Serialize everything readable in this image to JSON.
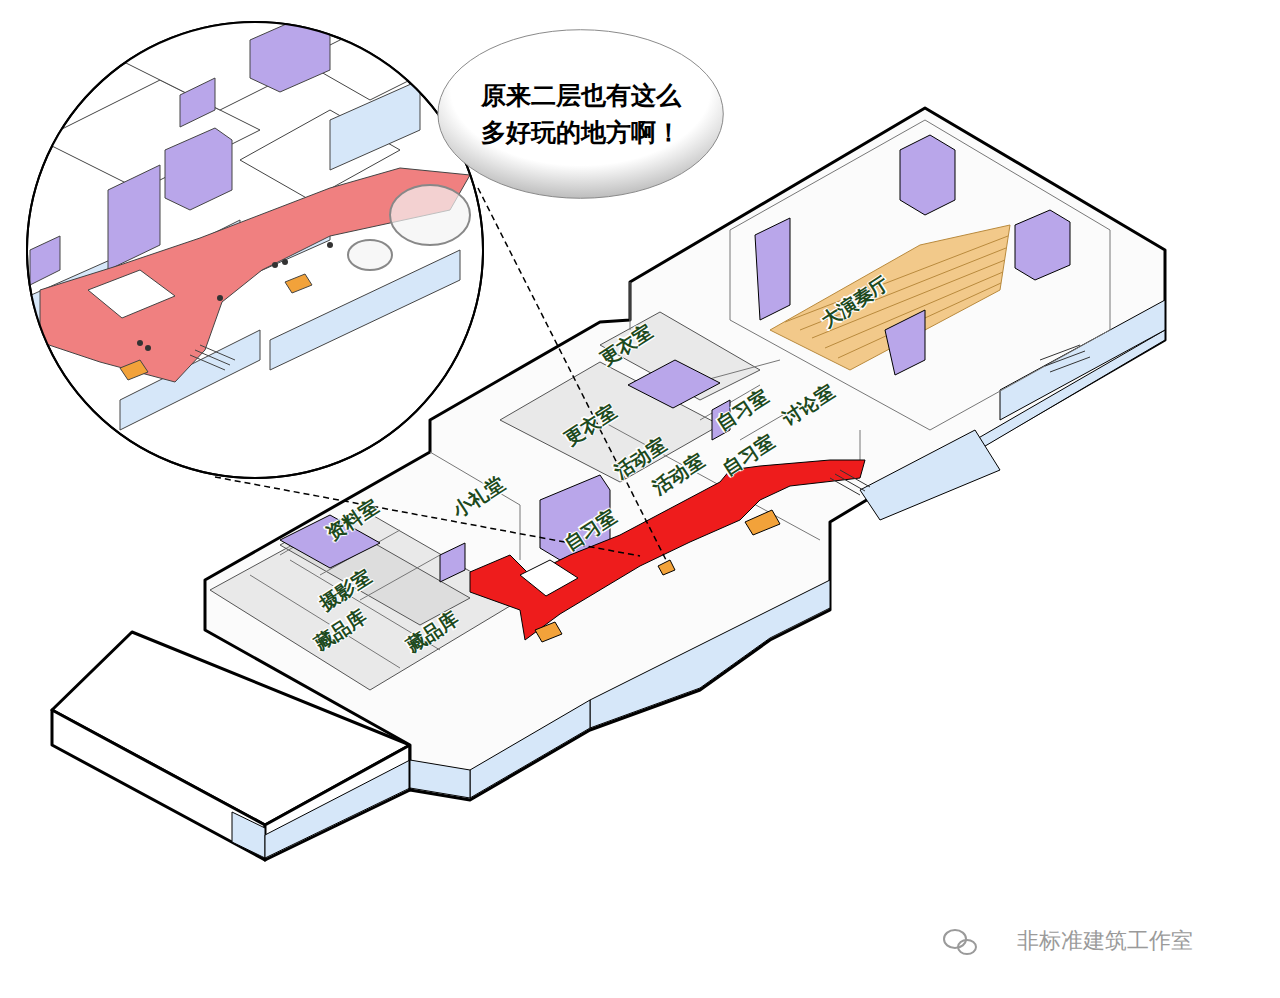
{
  "diagram": {
    "nodes": [
      {
        "text": [
          "原来二层也有这么 多好玩的地方啊！"
        ]
      }
    ],
    "labels": [
      "更衣室",
      "更衣室",
      "大演奏厅",
      "自习室",
      "讨论室",
      "活动室",
      "自习室",
      "活动室",
      "小礼堂",
      "资料室",
      "自习室",
      "摄影室",
      "藏品库",
      "藏品库",
      "非标准建筑工作室"
    ]
  }
}
